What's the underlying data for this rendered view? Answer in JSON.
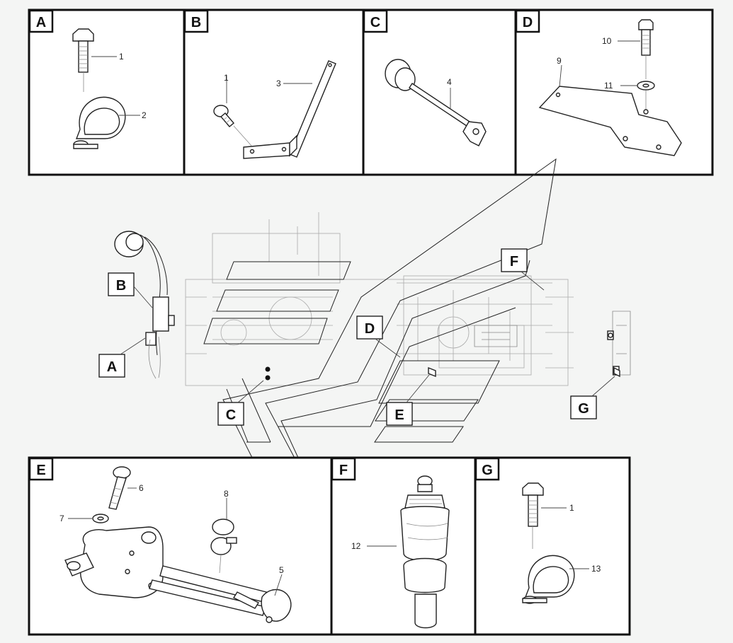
{
  "panels": {
    "A": {
      "tag": "A",
      "parts": [
        "1",
        "2"
      ]
    },
    "B": {
      "tag": "B",
      "parts": [
        "1",
        "3"
      ]
    },
    "C": {
      "tag": "C",
      "parts": [
        "4"
      ]
    },
    "D": {
      "tag": "D",
      "parts": [
        "10",
        "9",
        "11"
      ]
    },
    "E": {
      "tag": "E",
      "parts": [
        "6",
        "7",
        "8",
        "5"
      ]
    },
    "F": {
      "tag": "F",
      "parts": [
        "12"
      ]
    },
    "G": {
      "tag": "G",
      "parts": [
        "1",
        "13"
      ]
    }
  },
  "engine_labels": [
    "A",
    "B",
    "C",
    "D",
    "E",
    "F",
    "G"
  ]
}
